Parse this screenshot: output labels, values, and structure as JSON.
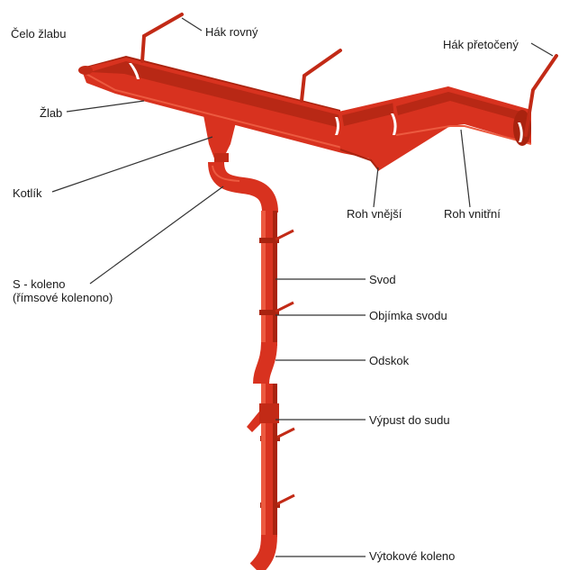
{
  "colors": {
    "part_fill": "#d8321f",
    "part_dark": "#a9230f",
    "part_light": "#ec5a40",
    "leader_line": "#333333",
    "background": "#ffffff"
  },
  "labels": {
    "celo_zlabu": "Čelo žlabu",
    "hak_rovny": "Hák rovný",
    "hak_pretoceny": "Hák přetočený",
    "zlab": "Žlab",
    "kotlik": "Kotlík",
    "roh_vnejsi": "Roh vnější",
    "roh_vnitrni": "Roh vnitřní",
    "s_koleno_line1": "S - koleno",
    "s_koleno_line2": "(římsové kolenono)",
    "svod": "Svod",
    "objimka_svodu": "Objímka svodu",
    "odskok": "Odskok",
    "vypust_do_sudu": "Výpust do sudu",
    "vytokove_koleno": "Výtokové koleno"
  }
}
